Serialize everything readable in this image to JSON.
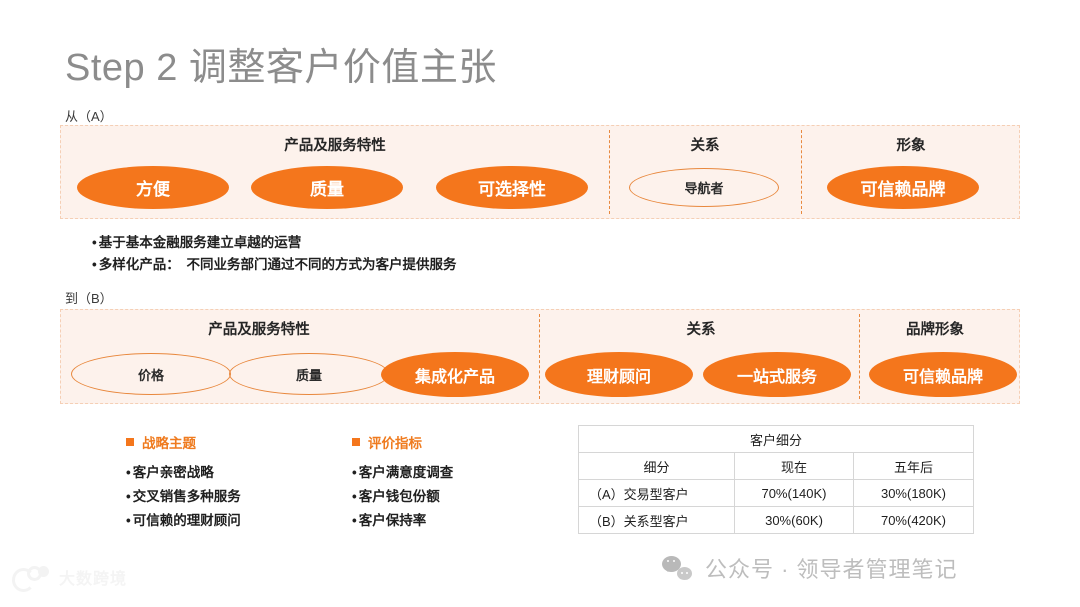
{
  "page": {
    "title": "Step 2 调整客户价值主张",
    "accent_color": "#f4761c",
    "band_bg_color": "#fdf2ec",
    "title_color": "#8c8c8c"
  },
  "band_a": {
    "label": "从（A）",
    "sections": [
      {
        "title": "产品及服务特性"
      },
      {
        "title": "关系"
      },
      {
        "title": "形象"
      }
    ],
    "items": [
      {
        "text": "方便",
        "style": "filled"
      },
      {
        "text": "质量",
        "style": "filled"
      },
      {
        "text": "可选择性",
        "style": "filled"
      },
      {
        "text": "导航者",
        "style": "outline"
      },
      {
        "text": "可信赖品牌",
        "style": "filled"
      }
    ],
    "bullets": [
      "基于基本金融服务建立卓越的运营",
      "多样化产品：　不同业务部门通过不同的方式为客户提供服务"
    ]
  },
  "band_b": {
    "label": "到（B）",
    "sections": [
      {
        "title": "产品及服务特性"
      },
      {
        "title": "关系"
      },
      {
        "title": "品牌形象"
      }
    ],
    "items": [
      {
        "text": "价格",
        "style": "outline"
      },
      {
        "text": "质量",
        "style": "outline"
      },
      {
        "text": "集成化产品",
        "style": "filled"
      },
      {
        "text": "理财顾问",
        "style": "filled"
      },
      {
        "text": "一站式服务",
        "style": "filled"
      },
      {
        "text": "可信赖品牌",
        "style": "filled"
      }
    ]
  },
  "lists": {
    "strategy": {
      "heading": "战略主题",
      "items": [
        "客户亲密战略",
        "交叉销售多种服务",
        "可信赖的理财顾问"
      ]
    },
    "metrics": {
      "heading": "评价指标",
      "items": [
        "客户满意度调查",
        "客户钱包份额",
        "客户保持率"
      ]
    }
  },
  "table": {
    "caption": "客户细分",
    "headers": [
      "细分",
      "现在",
      "五年后"
    ],
    "rows": [
      [
        "（A）交易型客户",
        "70%(140K)",
        "30%(180K)"
      ],
      [
        "（B）关系型客户",
        "30%(60K)",
        "70%(420K)"
      ]
    ]
  },
  "footer": {
    "watermark_text": "大数跨境",
    "wechat_text": "公众号 · 领导者管理笔记"
  }
}
